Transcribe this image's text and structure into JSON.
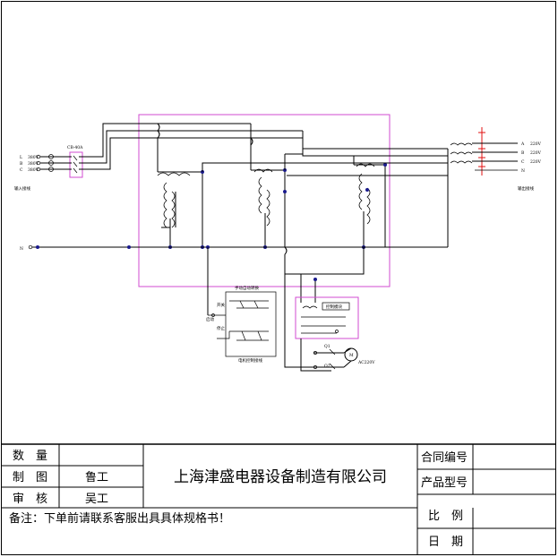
{
  "diagram": {
    "input_phase_labels": [
      "L",
      "B",
      "C"
    ],
    "input_voltages": [
      "380V",
      "380V",
      "380V"
    ],
    "breaker_label": "CB-40A",
    "input_caption": "输入接线",
    "output_caption": "输出接线",
    "output_voltages": [
      "220V",
      "220V",
      "220V"
    ],
    "output_phase_labels": [
      "A",
      "B",
      "C",
      "N"
    ],
    "neutral_label": "N",
    "control_box_label": "手动自动转换",
    "left_labels": [
      "开关",
      "启动",
      "停止"
    ],
    "bottom_caption": "电机控制接线",
    "relay_labels": [
      "Q1",
      "Q2"
    ],
    "motor_label": "M",
    "motor_voltage": "AC220V",
    "module_label": "控制模块"
  },
  "title_block": {
    "rows_left": [
      {
        "label": "数　量",
        "value": ""
      },
      {
        "label": "制　图",
        "value": "鲁工"
      },
      {
        "label": "审　核",
        "value": "吴工"
      }
    ],
    "company": "上海津盛电器设备制造有限公司",
    "note": "备注：下单前请联系客服出具具体规格书！",
    "rows_right": [
      {
        "label": "合同编号",
        "value": ""
      },
      {
        "label": "产品型号",
        "value": ""
      },
      {
        "label": "比　例",
        "value": ""
      },
      {
        "label": "日　期",
        "value": ""
      }
    ]
  }
}
